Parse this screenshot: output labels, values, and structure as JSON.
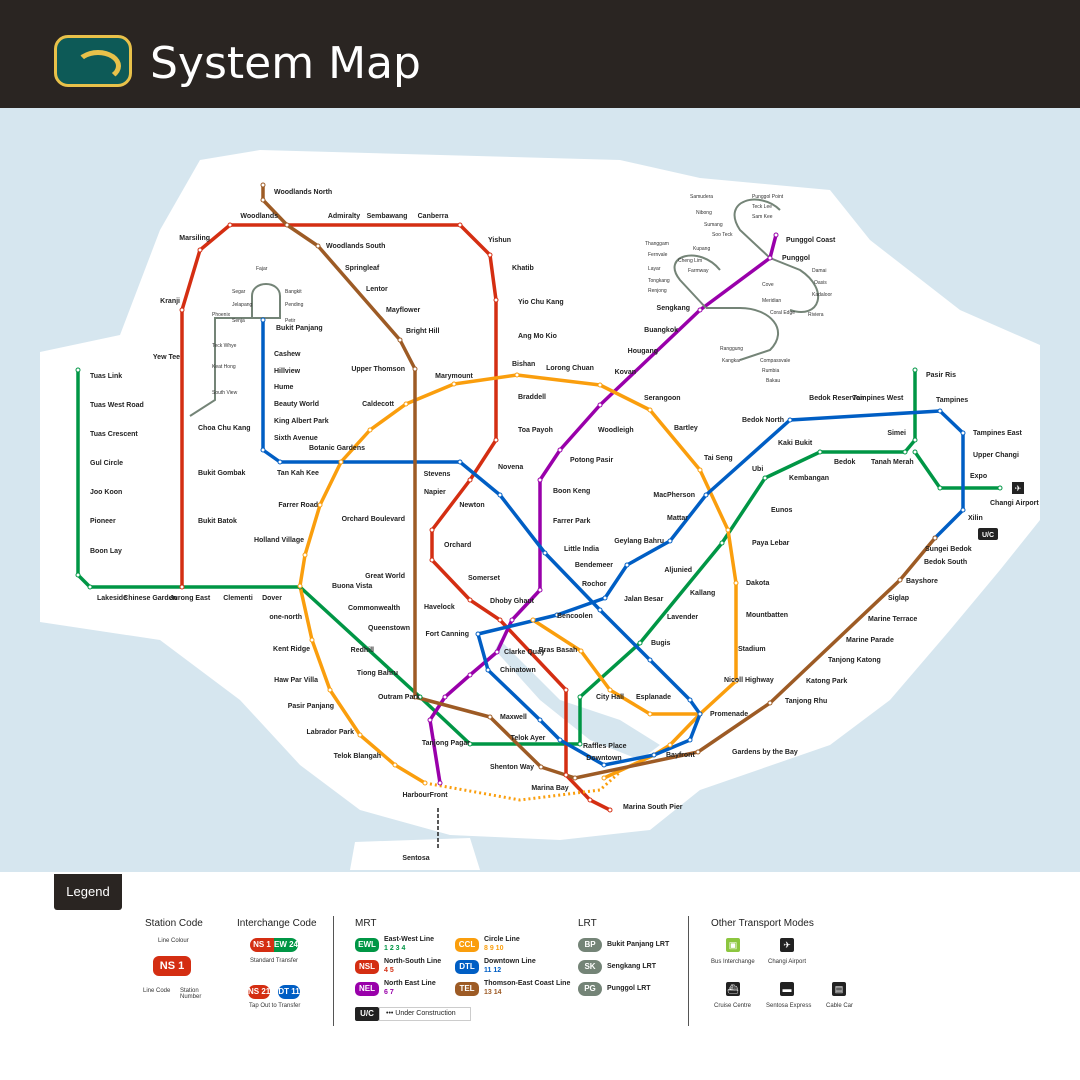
{
  "header": {
    "title": "System Map",
    "logo": "SMRT-logo"
  },
  "lines": [
    {
      "code": "EWL",
      "name": "East-West Line",
      "color": "#009645",
      "numbers": "1 2 3 4"
    },
    {
      "code": "NSL",
      "name": "North-South Line",
      "color": "#d42e12",
      "numbers": "4 5"
    },
    {
      "code": "NEL",
      "name": "North East Line",
      "color": "#9900aa",
      "numbers": "6 7"
    },
    {
      "code": "CCL",
      "name": "Circle Line",
      "color": "#fa9e0d",
      "numbers": "8 9 10"
    },
    {
      "code": "DTL",
      "name": "Downtown Line",
      "color": "#005ec4",
      "numbers": "11 12"
    },
    {
      "code": "TEL",
      "name": "Thomson-East Coast Line",
      "color": "#9d5b25",
      "numbers": "13 14"
    }
  ],
  "lrt": [
    {
      "code": "BP",
      "name": "Bukit Panjang LRT",
      "color": "#748477"
    },
    {
      "code": "SK",
      "name": "Sengkang LRT",
      "color": "#748477"
    },
    {
      "code": "PG",
      "name": "Punggol LRT",
      "color": "#748477"
    }
  ],
  "stations": [
    "Tuas Link",
    "Tuas West Road",
    "Tuas Crescent",
    "Gul Circle",
    "Joo Koon",
    "Pioneer",
    "Boon Lay",
    "Lakeside",
    "Chinese Garden",
    "Jurong East",
    "Clementi",
    "Dover",
    "Buona Vista",
    "Commonwealth",
    "Queenstown",
    "Redhill",
    "Tiong Bahru",
    "Outram Park",
    "Tanjong Pagar",
    "Raffles Place",
    "City Hall",
    "Bugis",
    "Lavender",
    "Kallang",
    "Aljunied",
    "Paya Lebar",
    "Eunos",
    "Kembangan",
    "Bedok",
    "Tanah Merah",
    "Simei",
    "Tampines",
    "Pasir Ris",
    "Expo",
    "Changi Airport",
    "Bukit Batok",
    "Bukit Gombak",
    "Choa Chu Kang",
    "Yew Tee",
    "Kranji",
    "Marsiling",
    "Woodlands",
    "Admiralty",
    "Sembawang",
    "Canberra",
    "Yishun",
    "Khatib",
    "Yio Chu Kang",
    "Ang Mo Kio",
    "Bishan",
    "Braddell",
    "Toa Payoh",
    "Novena",
    "Newton",
    "Orchard",
    "Somerset",
    "Dhoby Ghaut",
    "Marina Bay",
    "Marina South Pier",
    "HarbourFront",
    "Chinatown",
    "Clarke Quay",
    "Little India",
    "Farrer Park",
    "Boon Keng",
    "Potong Pasir",
    "Woodleigh",
    "Serangoon",
    "Kovan",
    "Hougang",
    "Buangkok",
    "Sengkang",
    "Punggol",
    "Punggol Coast",
    "Bras Basah",
    "Esplanade",
    "Promenade",
    "Nicoll Highway",
    "Stadium",
    "Mountbatten",
    "Dakota",
    "MacPherson",
    "Tai Seng",
    "Bartley",
    "Lorong Chuan",
    "Marymount",
    "Caldecott",
    "Botanic Gardens",
    "Farrer Road",
    "Holland Village",
    "one-north",
    "Kent Ridge",
    "Haw Par Villa",
    "Pasir Panjang",
    "Labrador Park",
    "Telok Blangah",
    "Bayfront",
    "Bukit Panjang",
    "Cashew",
    "Hillview",
    "Hume",
    "Beauty World",
    "King Albert Park",
    "Sixth Avenue",
    "Tan Kah Kee",
    "Stevens",
    "Rochor",
    "Downtown",
    "Telok Ayer",
    "Fort Canning",
    "Bencoolen",
    "Jalan Besar",
    "Bendemeer",
    "Geylang Bahru",
    "Mattar",
    "Ubi",
    "Kaki Bukit",
    "Bedok North",
    "Bedok Reservoir",
    "Tampines West",
    "Tampines East",
    "Upper Changi",
    "Xilin",
    "Sungei Bedok",
    "Woodlands North",
    "Woodlands South",
    "Springleaf",
    "Lentor",
    "Mayflower",
    "Bright Hill",
    "Upper Thomson",
    "Napier",
    "Orchard Boulevard",
    "Great World",
    "Havelock",
    "Maxwell",
    "Shenton Way",
    "Gardens by the Bay",
    "Tanjong Rhu",
    "Katong Park",
    "Tanjong Katong",
    "Marine Parade",
    "Marine Terrace",
    "Siglap",
    "Bayshore",
    "Bedok South",
    "Sentosa"
  ],
  "lrt_stations": [
    "Phoenix",
    "Teck Whye",
    "Keat Hong",
    "South View",
    "Fajar",
    "Segar",
    "Jelapang",
    "Senja",
    "Bangkit",
    "Pending",
    "Petir",
    "Compassvale",
    "Rumbia",
    "Bakau",
    "Kangkar",
    "Ranggung",
    "Cheng Lim",
    "Farmway",
    "Kupang",
    "Thanggam",
    "Fernvale",
    "Layar",
    "Tongkang",
    "Renjong",
    "Cove",
    "Meridian",
    "Coral Edge",
    "Riviera",
    "Kadaloor",
    "Oasis",
    "Damai",
    "Sam Kee",
    "Teck Lee",
    "Punggol Point",
    "Samudera",
    "Nibong",
    "Sumang",
    "Soo Teck"
  ],
  "badges": {
    "uc": "U/C"
  },
  "legend": {
    "tab": "Legend",
    "station_code": {
      "title": "Station Code",
      "line_colour": "Line Colour",
      "code": "NS 1",
      "line_code": "Line Code",
      "station_number": "Station Number"
    },
    "interchange": {
      "title": "Interchange Code",
      "std_a": "NS 1",
      "std_b": "EW 24",
      "std_label": "Standard Transfer",
      "tap_a": "NS 21",
      "tap_b": "DT 11",
      "tap_label": "Tap Out to Transfer"
    },
    "mrt_title": "MRT",
    "lrt_title": "LRT",
    "uc": "U/C",
    "uc_label": "••• Under Construction",
    "other_title": "Other Transport Modes",
    "other": [
      "Bus Interchange",
      "Changi Airport",
      "Cruise Centre",
      "Sentosa Express",
      "Cable Car"
    ]
  }
}
